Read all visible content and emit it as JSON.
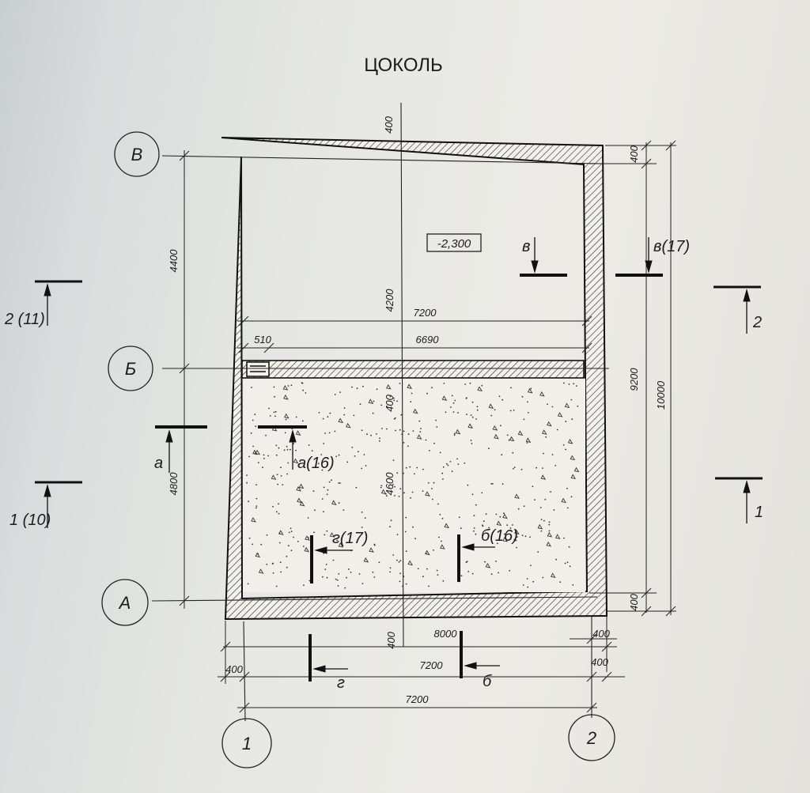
{
  "title": "ЦОКОЛЬ",
  "level_mark": "-2,300",
  "axes": {
    "row_v": "В",
    "row_b": "Б",
    "row_a": "А",
    "col_1": "1",
    "col_2": "2"
  },
  "sections": {
    "s2_left": "2 (11)",
    "s2_right": "2",
    "s1_left": "1 (10)",
    "s1_right": "1",
    "cut_v_inner": "в",
    "cut_v_outer": "в(17)",
    "cut_a_outer": "а",
    "cut_a_inner": "а(16)",
    "cut_g_inner": "г(17)",
    "cut_b_inner": "б(16)",
    "cut_g_outer": "г",
    "cut_b_outer": "б"
  },
  "dims": {
    "d_400_top_center": "400",
    "d_400_top_right": "400",
    "d_4400": "4400",
    "d_4200": "4200",
    "d_7200_mid": "7200",
    "d_510": "510",
    "d_6690": "6690",
    "d_9200": "9200",
    "d_10000": "10000",
    "d_4800": "4800",
    "d_400_mid": "400",
    "d_4600": "4600",
    "d_400_bot_right": "400",
    "d_400_below": "400",
    "d_8000": "8000",
    "d_400_r1": "400",
    "d_400_r2": "400",
    "d_400_left": "400",
    "d_7200_low": "7200",
    "d_7200_bottom": "7200"
  }
}
